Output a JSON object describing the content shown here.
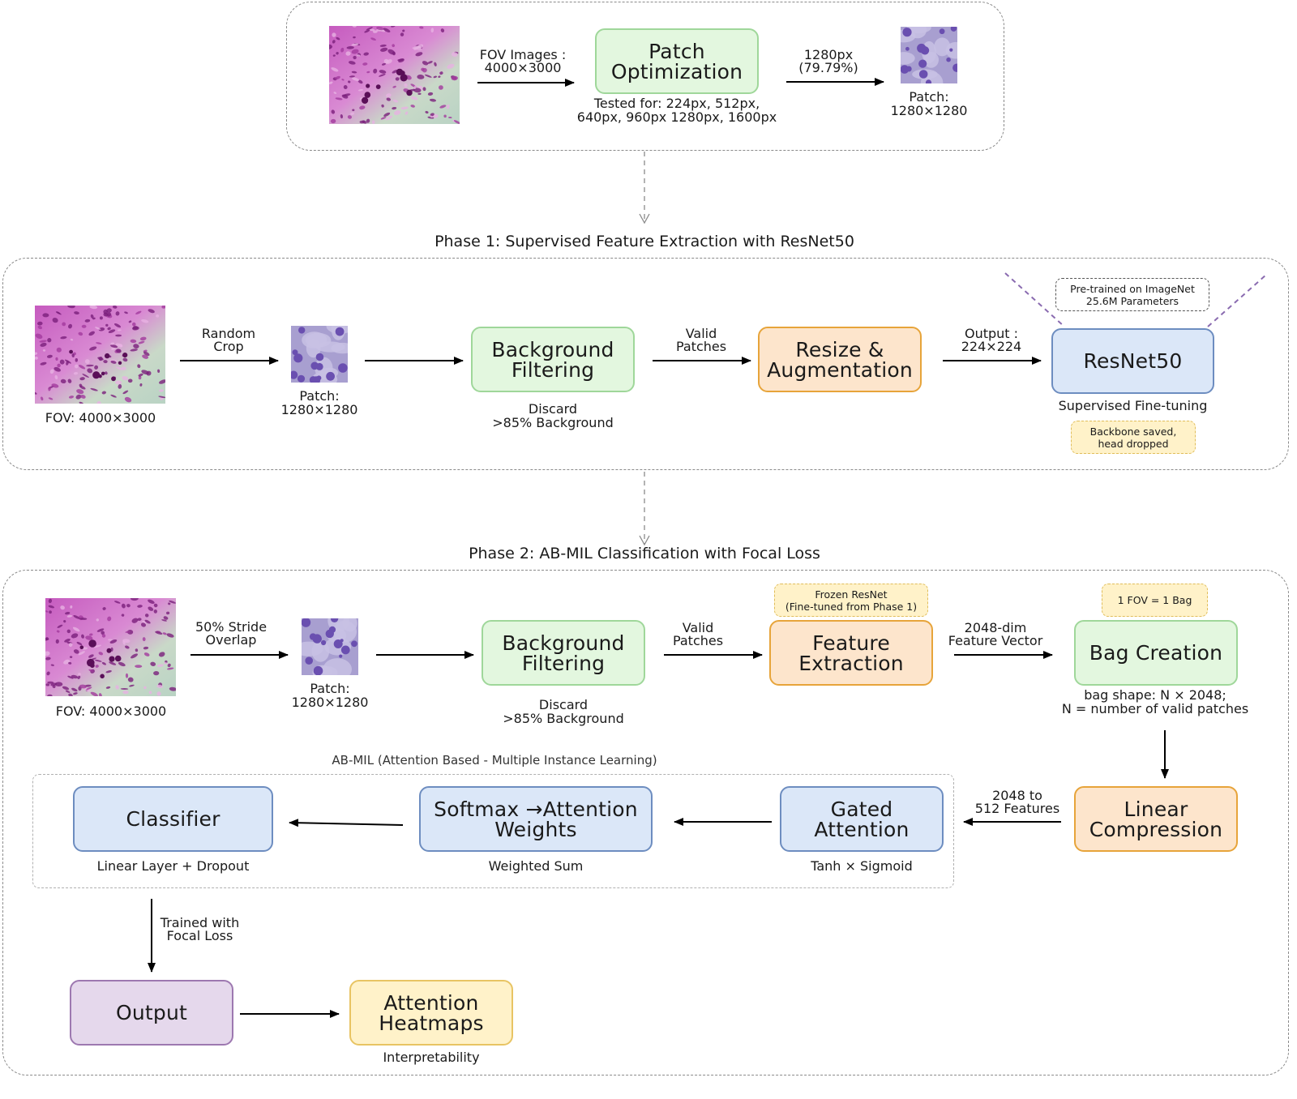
{
  "colors": {
    "green": "#e3f7df",
    "orange": "#fde5cc",
    "blue": "#dbe7f8",
    "purple": "#e5d8ec",
    "yellow": "#fff2c9",
    "tissue_pink": "#b94fb0",
    "patch_purple": "#8f78c9"
  },
  "images": {
    "fov_tissue": "histology-fov-thumbnail",
    "patch_tissue": "histology-patch-thumbnail"
  },
  "top": {
    "fov_arrow_label": "FOV Images :\n4000×3000",
    "patch_opt_box": "Patch\nOptimization",
    "tested_caption": "Tested for: 224px, 512px,\n640px, 960px 1280px, 1600px",
    "px_arrow_label": "1280px\n(79.79%)",
    "patch_caption": "Patch:\n1280×1280"
  },
  "phase1": {
    "title": "Phase 1:  Supervised Feature Extraction with ResNet50",
    "fov_caption": "FOV: 4000×3000",
    "random_crop_label": "Random\nCrop",
    "patch_caption": "Patch:\n1280×1280",
    "bg_filter_box": "Background\nFiltering",
    "bg_discard_caption": "Discard\n>85% Background",
    "valid_label": "Valid\nPatches",
    "resize_box": "Resize &\nAugmentation",
    "output_label": "Output :\n224×224",
    "resnet_box": "ResNet50",
    "pretrained_note": "Pre-trained on ImageNet\n25.6M Parameters",
    "finetune_caption": "Supervised  Fine-tuning",
    "backbone_note": "Backbone saved,\nhead dropped"
  },
  "phase2": {
    "title": "Phase 2:  AB-MIL Classification with Focal Loss",
    "fov_caption": "FOV: 4000×3000",
    "stride_label": "50% Stride\nOverlap",
    "patch_caption": "Patch:\n1280×1280",
    "bg_filter_box": "Background\nFiltering",
    "bg_discard_caption": "Discard\n>85% Background",
    "valid_label": "Valid\nPatches",
    "frozen_note": "Frozen ResNet\n(Fine-tuned from Phase 1)",
    "feature_box": "Feature\nExtraction",
    "vector_label": "2048-dim\nFeature Vector",
    "bag_note": "1 FOV = 1 Bag",
    "bag_box": "Bag Creation",
    "bag_caption": "bag shape: N × 2048;\nN = number of valid patches",
    "abmil_label": "AB-MIL (Attention Based - Multiple Instance Learning)",
    "linear_box": "Linear\nCompression",
    "reduce_label": "2048 to\n512 Features",
    "gated_box": "Gated\nAttention",
    "gated_caption": "Tanh × Sigmoid",
    "softmax_box": "Softmax →Attention\nWeights",
    "softmax_caption": "Weighted Sum",
    "classifier_box": "Classifier",
    "classifier_caption": "Linear Layer + Dropout",
    "focal_label": "Trained with\nFocal Loss",
    "output_box": "Output",
    "heatmap_box": "Attention\nHeatmaps",
    "heatmap_caption": "Interpretability"
  }
}
